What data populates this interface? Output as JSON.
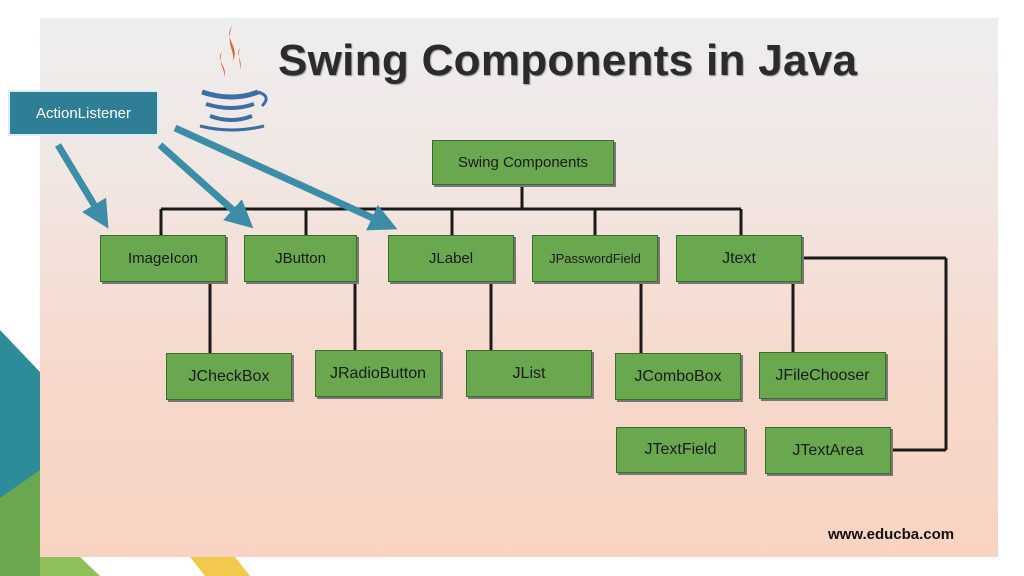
{
  "diagram": {
    "title": "Swing Components in Java",
    "callout_label": "ActionListener",
    "root": "Swing Components",
    "level1": [
      "ImageIcon",
      "JButton",
      "JLabel",
      "JPasswordField",
      "Jtext"
    ],
    "level2": [
      "JCheckBox",
      "JRadioButton",
      "JList",
      "JComboBox",
      "JFileChooser"
    ],
    "level3": [
      "JTextField",
      "JTextArea"
    ],
    "footer": "www.educba.com"
  },
  "colors": {
    "node_fill": "#6aa84f",
    "arrow": "#3b8ea5",
    "callout": "#2e7f96",
    "connector": "#1a1a1a"
  },
  "icons": [
    "java-coffee-logo-icon"
  ]
}
